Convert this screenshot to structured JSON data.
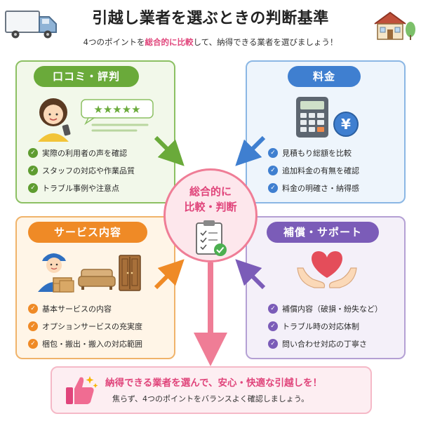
{
  "header": {
    "title": "引越し業者を選ぶときの判断基準",
    "subtitle_before": "4つのポイントを",
    "subtitle_highlight": "総合的に比較",
    "subtitle_after": "して、納得できる業者を選びましょう！"
  },
  "panels": {
    "reviews": {
      "label": "口コミ・評判",
      "items": [
        "実際の利用者の声を確認",
        "スタッフの対応や作業品質",
        "トラブル事例や注意点"
      ]
    },
    "pricing": {
      "label": "料金",
      "items": [
        "見積もり総額を比較",
        "追加料金の有無を確認",
        "料金の明確さ・納得感"
      ]
    },
    "services": {
      "label": "サービス内容",
      "items": [
        "基本サービスの内容",
        "オプションサービスの充実度",
        "梱包・搬出・搬入の対応範囲"
      ]
    },
    "support": {
      "label": "補償・サポート",
      "items": [
        "補償内容（破損・紛失など）",
        "トラブル時の対応体制",
        "問い合わせ対応の丁寧さ"
      ]
    }
  },
  "center": {
    "line1": "総合的に",
    "line2": "比較・判断"
  },
  "banner": {
    "main": "納得できる業者を選んで、安心・快適な引越しを！",
    "sub": "焦らず、4つのポイントをバランスよく確認しましょう。"
  },
  "icons": {
    "yen": "¥",
    "check": "✓"
  },
  "colors": {
    "green": "#6aaa3a",
    "blue": "#3f7fd0",
    "orange": "#ef8a26",
    "purple": "#7b5cb8",
    "pink": "#e0457b"
  }
}
